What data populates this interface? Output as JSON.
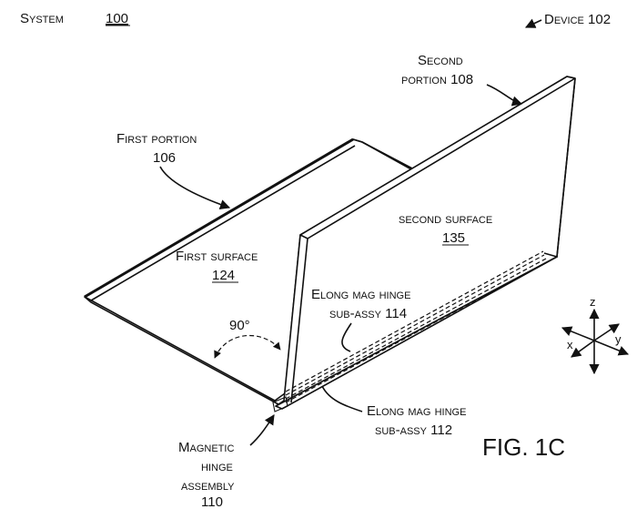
{
  "labels": {
    "system": "System",
    "system_num": "100",
    "device": "Device 102",
    "second_portion_1": "Second",
    "second_portion_2": "portion 108",
    "first_portion_1": "First portion",
    "first_portion_2": "106",
    "second_surface_1": "second surface",
    "second_surface_num": "135",
    "first_surface_1": "First surface",
    "first_surface_num": "124",
    "angle": "90°",
    "hinge114_1": "Elong mag hinge",
    "hinge114_2": "sub-assy 114",
    "hinge112_1": "Elong mag hinge",
    "hinge112_2": "sub-assy 112",
    "magnetic_1": "Magnetic",
    "magnetic_2": "hinge",
    "magnetic_3": "assembly",
    "magnetic_4": "110",
    "figure": "FIG. 1C"
  },
  "axes": {
    "z": "z",
    "x": "x",
    "y": "y"
  }
}
